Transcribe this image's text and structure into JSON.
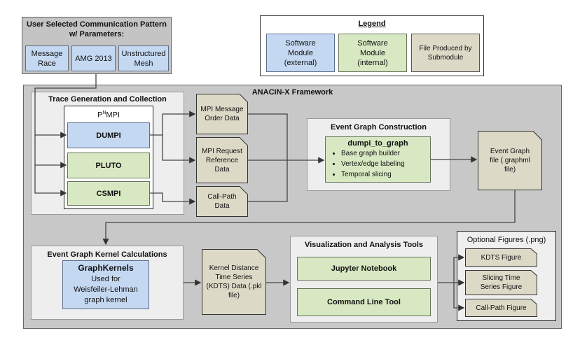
{
  "top": {
    "title_line1": "User Selected Communication Pattern",
    "title_line2": "w/ Parameters:",
    "patterns": [
      "Message Race",
      "AMG 2013",
      "Unstructured Mesh"
    ]
  },
  "legend": {
    "title": "Legend",
    "external": "Software Module (external)",
    "internal": "Software Module (internal)",
    "file": "File Produced by Submodule"
  },
  "framework": {
    "title": "ANACIN-X Framework",
    "trace": {
      "title": "Trace Generation and Collection",
      "pnmpi_p": "P",
      "pnmpi_n": "N",
      "pnmpi_mpi": "MPI",
      "modules": [
        "DUMPI",
        "PLUTO",
        "CSMPI"
      ]
    },
    "files": {
      "order": "MPI Message Order Data",
      "request": "MPI Request Reference Data",
      "callpath": "Call-Path Data",
      "graph": "Event Graph file (.graphml file)",
      "kdts": "Kernel Distance Time Series (KDTS) Data (.pkl file)"
    },
    "construction": {
      "title": "Event Graph Construction",
      "module": "dumpi_to_graph",
      "bullets": [
        "Base graph builder",
        "Vertex/edge labeling",
        "Temporal slicing"
      ]
    },
    "kernel": {
      "title": "Event Graph Kernel Calculations",
      "module": "GraphKernels",
      "desc_line1": "Used for",
      "desc_line2": "Weisfeiler-Lehman",
      "desc_line3": "graph kernel"
    },
    "viz": {
      "title": "Visualization and Analysis Tools",
      "tools": [
        "Jupyter Notebook",
        "Command Line Tool"
      ]
    },
    "figures": {
      "title": "Optional Figures (.png)",
      "items": [
        "KDTS Figure",
        "Slicing Time Series Figure",
        "Call-Path Figure"
      ]
    }
  }
}
